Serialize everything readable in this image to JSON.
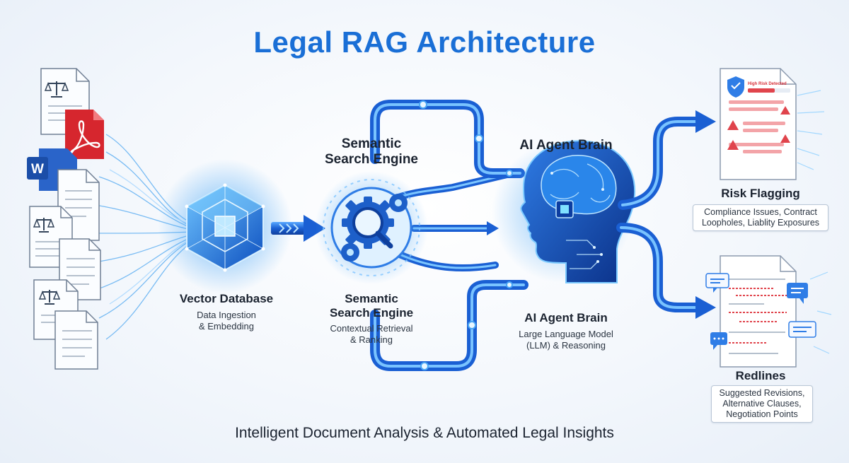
{
  "title": "Legal RAG Architecture",
  "stages": {
    "vector_db": {
      "title": "Vector Database",
      "desc_line1": "Data Ingestion",
      "desc_line2": "& Embedding"
    },
    "semantic_search": {
      "top_title_line1": "Semantic",
      "top_title_line2": "Search Engine",
      "title_line1": "Semantic",
      "title_line2": "Search Engine",
      "desc_line1": "Contextual Retrieval",
      "desc_line2": "& Ranking"
    },
    "ai_brain": {
      "top_title": "AI Agent Brain",
      "title": "AI Agent Brain",
      "desc_line1": "Large Language Model",
      "desc_line2": "(LLM) & Reasoning"
    },
    "risk_flagging": {
      "title": "Risk Flagging",
      "box_line1": "Compliance Issues, Contract",
      "box_line2": "Loopholes, Liablity Exposures",
      "badge": "High Risk Detected"
    },
    "redlines": {
      "title": "Redlines",
      "box_line1": "Suggested Revisions,",
      "box_line2": "Alternative Clauses,",
      "box_line3": "Negotiation Points"
    }
  },
  "input_icons": [
    "word-doc-icon",
    "pdf-icon",
    "legal-scales-doc-icon",
    "document-icon"
  ],
  "colors": {
    "accent": "#1a6fd6",
    "pipe": "#1e63d6",
    "glow": "#59b8ff",
    "risk": "#e0444c"
  },
  "footer": "Intelligent Document Analysis & Automated Legal Insights"
}
